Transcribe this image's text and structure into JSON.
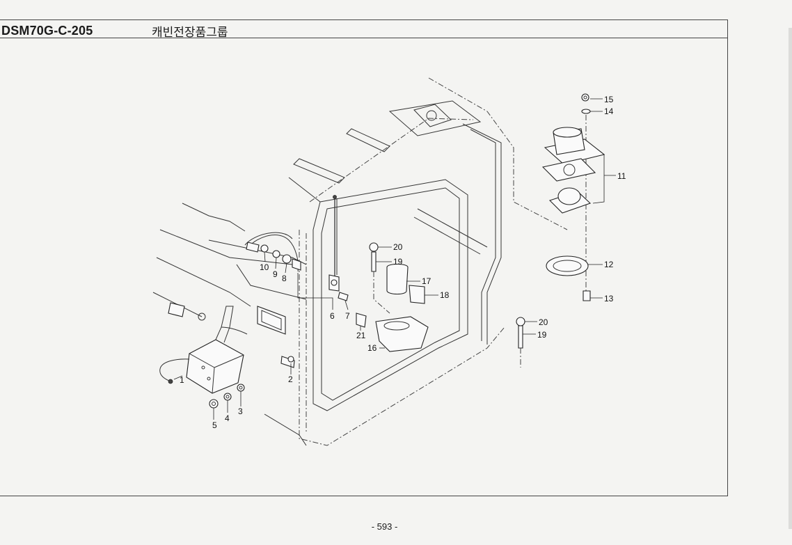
{
  "header": {
    "code": "DSM70G-C-205",
    "title": "캐빈전장품그룹"
  },
  "footer": {
    "page": "- 593 -"
  },
  "callouts": [
    "1",
    "2",
    "3",
    "4",
    "5",
    "6",
    "7",
    "8",
    "9",
    "10",
    "11",
    "12",
    "13",
    "14",
    "15",
    "16",
    "17",
    "18",
    "19",
    "20",
    "21",
    "19",
    "20"
  ],
  "colors": {
    "paper": "#f4f4f2",
    "ink": "#1a1a1a"
  }
}
